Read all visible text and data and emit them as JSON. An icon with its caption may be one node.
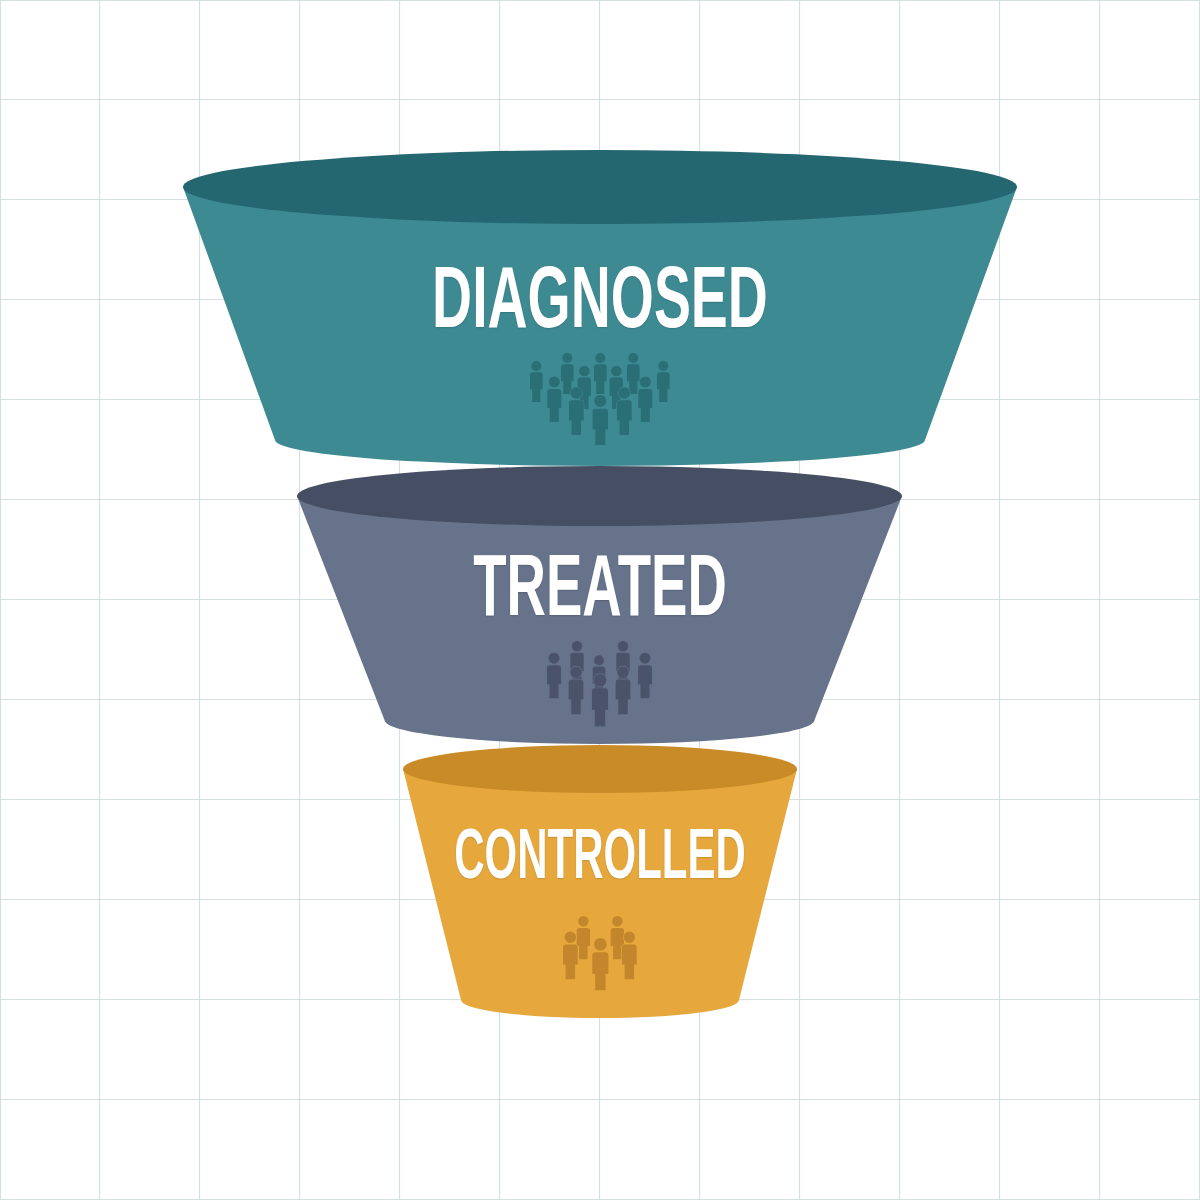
{
  "diagram": {
    "nodes": [
      {
        "text": [
          "DIAGNOSED"
        ]
      },
      {
        "text": [
          "TREATED"
        ]
      },
      {
        "text": [
          "CONTROLLED"
        ]
      }
    ]
  }
}
